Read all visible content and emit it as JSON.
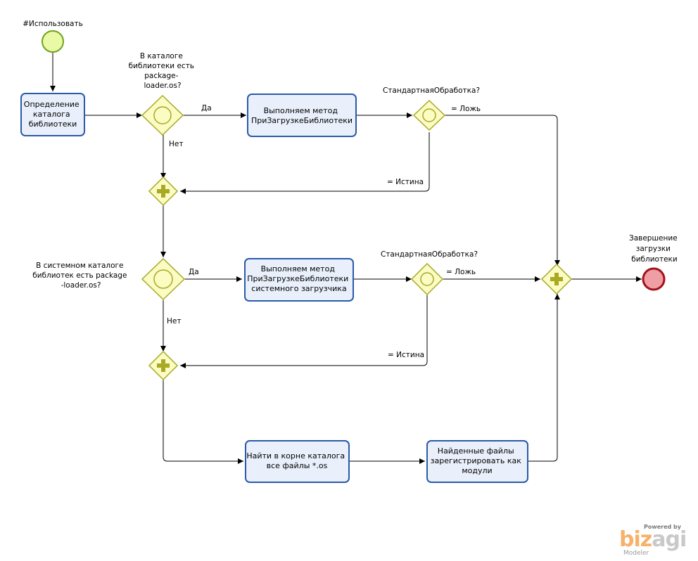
{
  "events": {
    "start": {
      "label": "#Использовать"
    },
    "end": {
      "label_lines": [
        "Завершение",
        "загрузки",
        "библиотеки"
      ]
    }
  },
  "tasks": {
    "t1": [
      "Определение",
      "каталога",
      "библиотеки"
    ],
    "t2": [
      "Выполняем метод",
      "ПриЗагрузкеБиблиотеки"
    ],
    "t3": [
      "Выполняем метод",
      "ПриЗагрузкеБиблиотеки",
      "системного загрузчика"
    ],
    "t4": [
      "Найти в корне каталога",
      "все файлы *.os"
    ],
    "t5": [
      "Найденные файлы",
      "зарегистрировать как",
      "модули"
    ]
  },
  "gateways": {
    "g1": [
      "В каталоге",
      "библиотеки есть",
      "package-",
      "loader.os?"
    ],
    "g2": [
      "СтандартнаяОбработка?"
    ],
    "g3": [
      "В системном каталоге",
      "библиотек есть package",
      "-loader.os?"
    ],
    "g4": [
      "СтандартнаяОбработка?"
    ]
  },
  "flows": {
    "yes1": "Да",
    "no1": "Нет",
    "false1": "= Ложь",
    "true1": "= Истина",
    "yes2": "Да",
    "no2": "Нет",
    "false2": "= Ложь",
    "true2": "= Истина"
  },
  "logo": {
    "powered": "Powered by",
    "brand_a": "biz",
    "brand_b": "agi",
    "modeler": "Modeler"
  },
  "colors": {
    "task_fill": "#eaf0fb",
    "task_stroke": "#2a5aa8",
    "gateway_fill": "#fbfbc4",
    "gateway_stroke": "#a9a924",
    "start_fill": "#e9f9a6",
    "end_fill": "#ef9ea3"
  }
}
